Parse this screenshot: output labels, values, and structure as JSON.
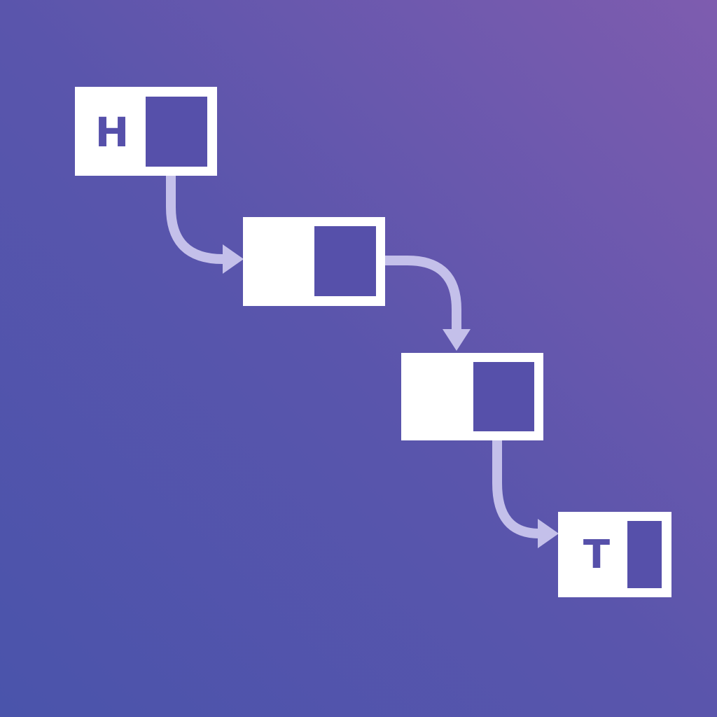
{
  "diagram": {
    "type": "linked-list",
    "colors": {
      "background_start": "#4a54ab",
      "background_end": "#7e5caf",
      "node_fill": "#ffffff",
      "pointer_cell": "#5650aa",
      "arrow": "#c4c0ea"
    },
    "nodes": [
      {
        "label": "H"
      },
      {
        "label": ""
      },
      {
        "label": ""
      },
      {
        "label": "T"
      }
    ],
    "links": [
      {
        "from": 0,
        "to": 1
      },
      {
        "from": 1,
        "to": 2
      },
      {
        "from": 2,
        "to": 3
      }
    ]
  }
}
